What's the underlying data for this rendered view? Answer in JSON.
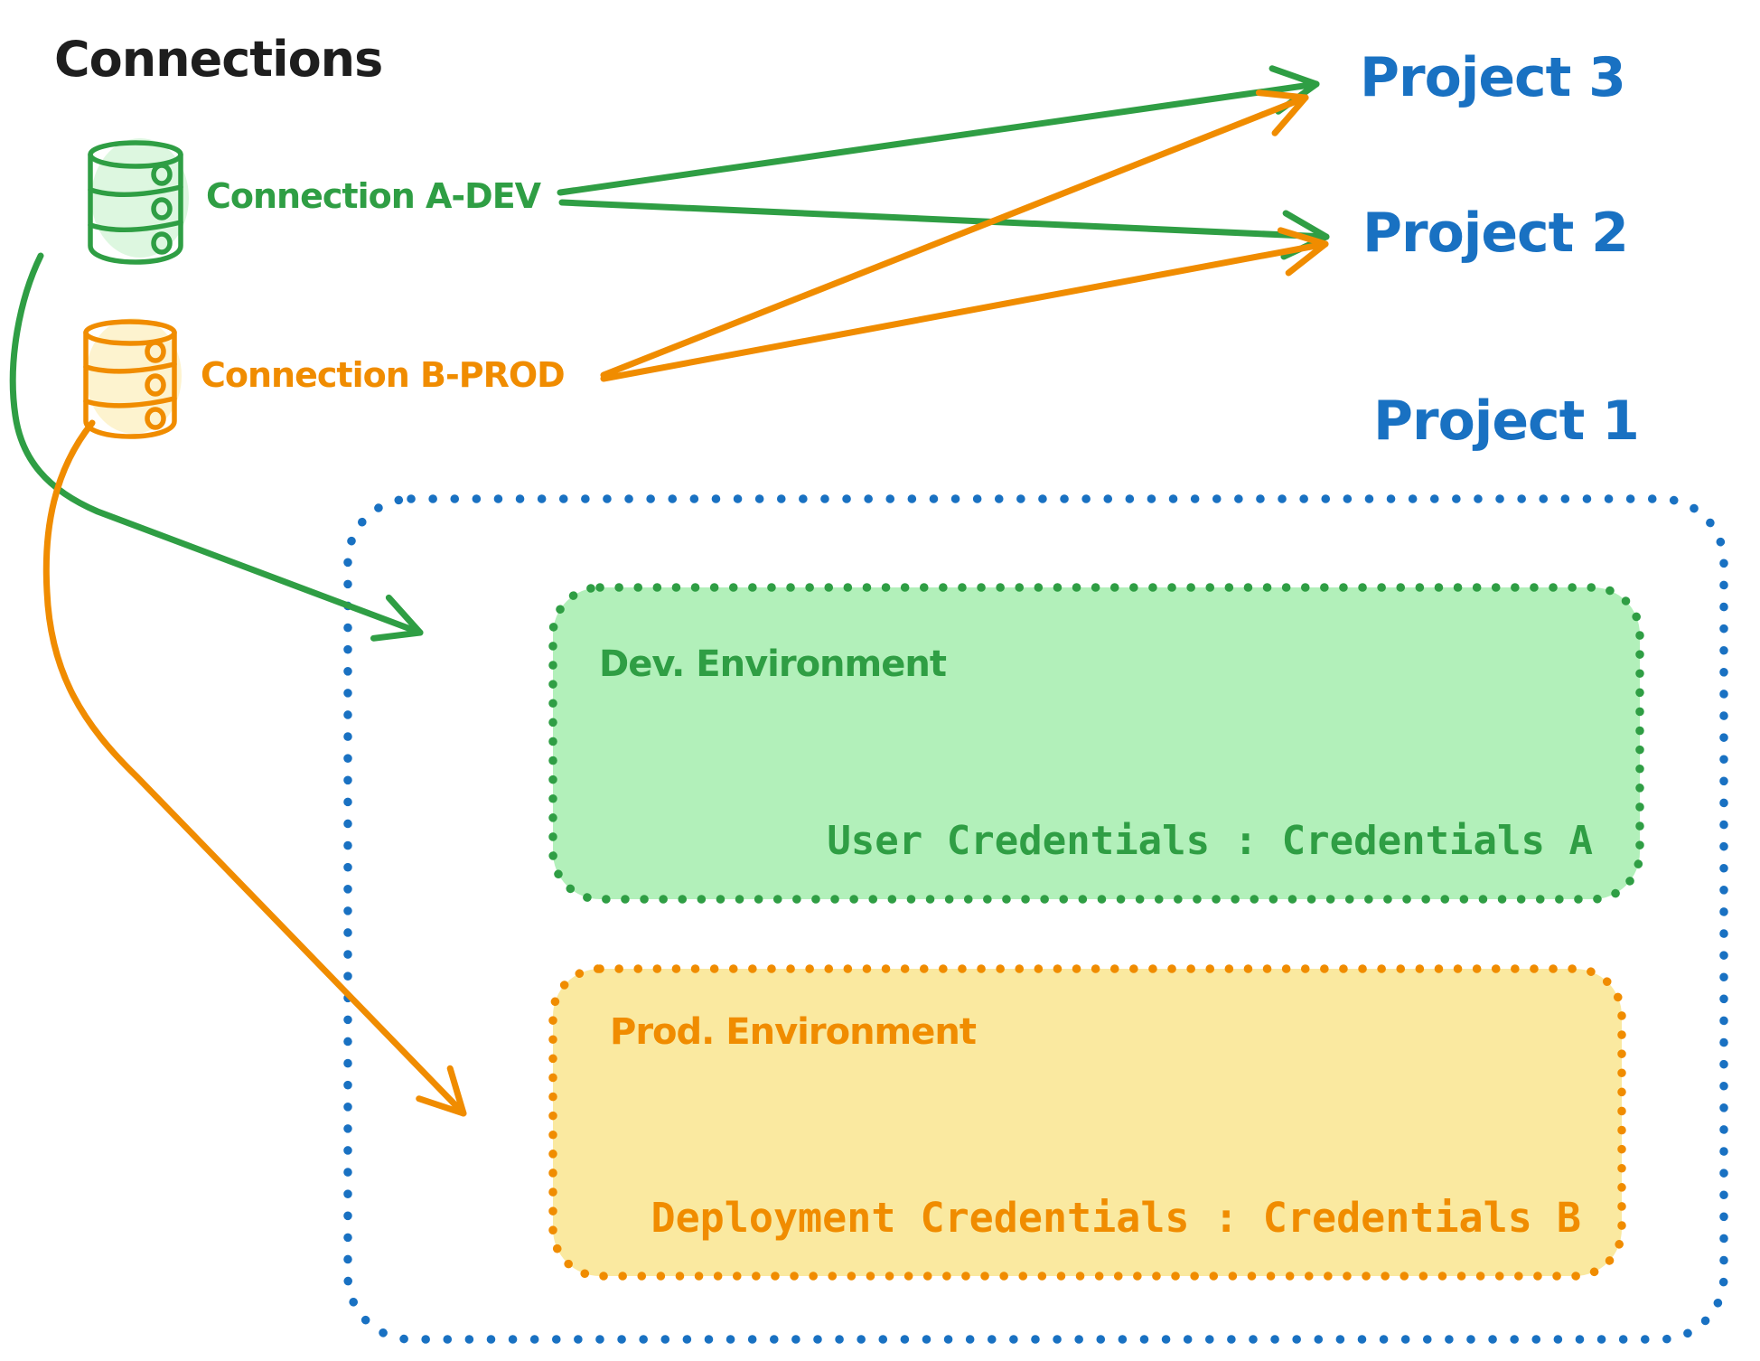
{
  "title": "Connections",
  "palette": {
    "black": "#1e1e1e",
    "blue": "#1971c2",
    "green": "#2f9e44",
    "green_fill": "#b2f0ba",
    "orange": "#f08c00",
    "orange_fill": "#fae9a0"
  },
  "connections": [
    {
      "label": "Connection A-DEV",
      "icon": "database-icon",
      "color": "#2f9e44"
    },
    {
      "label": "Connection B-PROD",
      "icon": "database-icon",
      "color": "#f08c00"
    }
  ],
  "projects": [
    {
      "label": "Project 3"
    },
    {
      "label": "Project 2"
    },
    {
      "label": "Project 1"
    }
  ],
  "project1": {
    "dev": {
      "title": "Dev. Environment",
      "credentials": "User Credentials : Credentials A"
    },
    "prod": {
      "title": "Prod. Environment",
      "credentials": "Deployment Credentials : Credentials B"
    }
  },
  "edges": [
    {
      "from": "Connection A-DEV",
      "to": "Project 3",
      "color": "#2f9e44",
      "style": "straight-arrow"
    },
    {
      "from": "Connection A-DEV",
      "to": "Project 2",
      "color": "#2f9e44",
      "style": "straight-arrow"
    },
    {
      "from": "Connection B-PROD",
      "to": "Project 3",
      "color": "#f08c00",
      "style": "straight-arrow"
    },
    {
      "from": "Connection B-PROD",
      "to": "Project 2",
      "color": "#f08c00",
      "style": "straight-arrow"
    },
    {
      "from": "Connection A-DEV",
      "to": "Dev. Environment (Project 1)",
      "color": "#2f9e44",
      "style": "curved-arrow"
    },
    {
      "from": "Connection B-PROD",
      "to": "Prod. Environment (Project 1)",
      "color": "#f08c00",
      "style": "curved-arrow"
    }
  ]
}
